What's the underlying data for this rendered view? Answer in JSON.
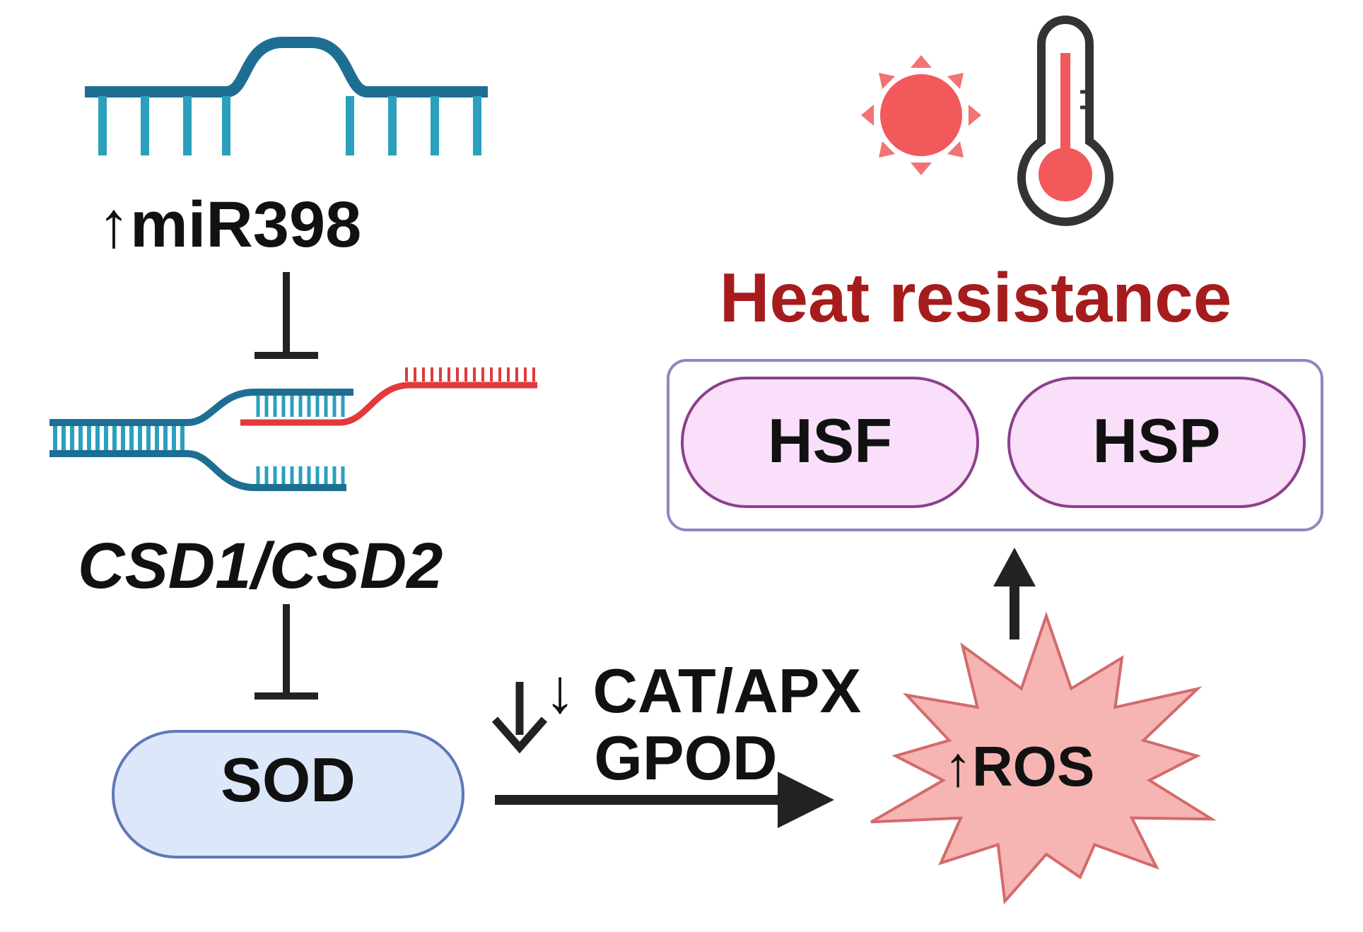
{
  "upstream": {
    "mirna_label": "↑miR398",
    "target_genes_label": "CSD1/CSD2",
    "sod_label": "SOD"
  },
  "pathway": {
    "enzymes_line1": "↓ CAT/APX",
    "enzymes_line2": "GPOD",
    "ros_label": "↑ROS"
  },
  "outcome": {
    "title": "Heat resistance",
    "factor_1": "HSF",
    "factor_2": "HSP"
  },
  "colors": {
    "rna_blue": "#1e6e93",
    "rna_teal": "#2aa0bd",
    "mrna_red": "#e2393b",
    "heat_title": "#a61c1c",
    "sod_fill": "#dce7fa",
    "sod_stroke": "#5f77b8",
    "hs_fill": "#f9dff9",
    "hs_stroke": "#8d3f8d",
    "ros_fill": "#f6b5b2",
    "ros_stroke": "#d46a6a",
    "sun": "#f1595b",
    "thermometer": "#333333"
  },
  "icons": [
    "mirna-hairpin-icon",
    "mrna-duplex-icon",
    "sun-icon",
    "thermometer-icon"
  ]
}
